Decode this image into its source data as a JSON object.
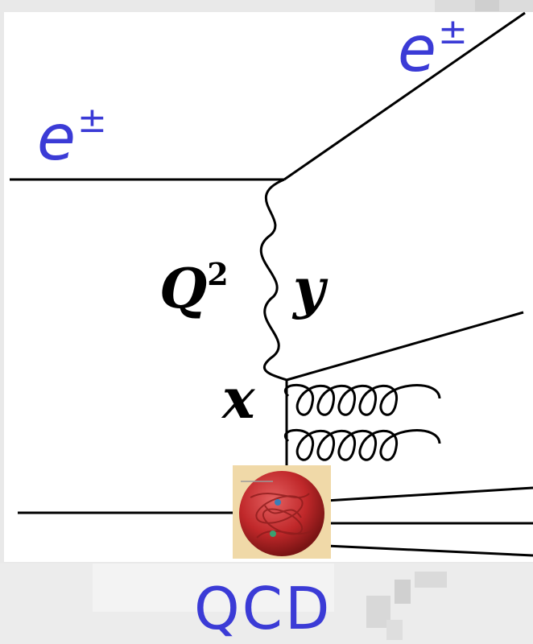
{
  "labels": {
    "incoming_lepton": "e",
    "incoming_lepton_charge": "±",
    "outgoing_lepton": "e",
    "outgoing_lepton_charge": "±",
    "momentum_transfer": "Q",
    "momentum_transfer_power": "2",
    "inelasticity": "y",
    "bjorken_x": "x",
    "footer": "QCD"
  },
  "colors": {
    "label_blue": "#3b3bd6",
    "line": "#000000",
    "proton_red": "#c0282a",
    "proton_box": "#f0d9a8"
  },
  "icons": {
    "proton": "proton-sphere-icon"
  }
}
